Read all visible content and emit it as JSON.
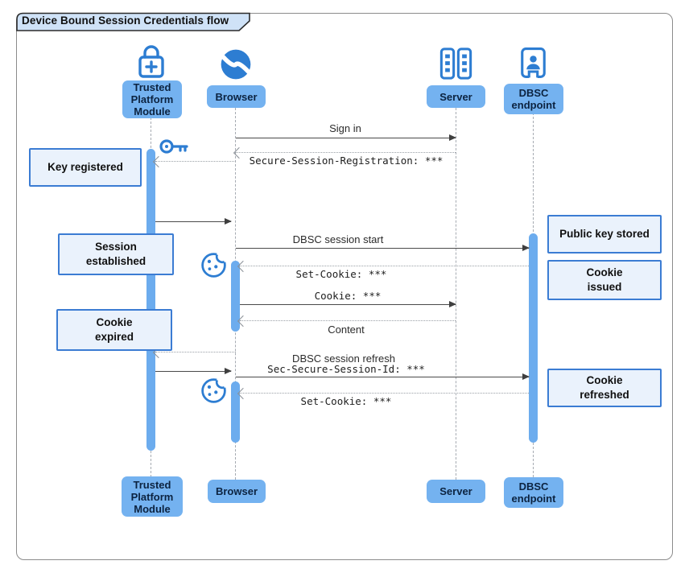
{
  "title": "Device Bound Session Credentials flow",
  "actors": [
    {
      "id": "tpm",
      "label": "Trusted\nPlatform\nModule",
      "icon": "lock-plus-icon"
    },
    {
      "id": "browser",
      "label": "Browser",
      "icon": "globe-icon"
    },
    {
      "id": "server",
      "label": "Server",
      "icon": "server-racks-icon"
    },
    {
      "id": "dbsc",
      "label": "DBSC\nendpoint",
      "icon": "person-badge-icon"
    }
  ],
  "messages": [
    {
      "from": "Browser",
      "to": "Server",
      "label": "Sign in",
      "style": "solid",
      "font": "sans"
    },
    {
      "from": "Server",
      "to": "Browser",
      "label": "Secure-Session-Registration: ***",
      "style": "dotted",
      "font": "mono"
    },
    {
      "from": "Browser",
      "to": "Trusted Platform Module",
      "label": "",
      "style": "dotted",
      "font": ""
    },
    {
      "from": "Trusted Platform Module",
      "to": "Browser",
      "label": "",
      "style": "solid",
      "font": ""
    },
    {
      "from": "Browser",
      "to": "DBSC endpoint",
      "label": "DBSC session start",
      "style": "solid",
      "font": "sans"
    },
    {
      "from": "DBSC endpoint",
      "to": "Browser",
      "label": "Set-Cookie: ***",
      "style": "dotted",
      "font": "mono"
    },
    {
      "from": "Browser",
      "to": "Server",
      "label": "Cookie: ***",
      "style": "solid",
      "font": "mono"
    },
    {
      "from": "Server",
      "to": "Browser",
      "label": "Content",
      "style": "dotted",
      "font": "sans"
    },
    {
      "from": "Browser",
      "to": "Trusted Platform Module",
      "label": "",
      "style": "dotted",
      "font": ""
    },
    {
      "from": "Trusted Platform Module",
      "to": "Browser",
      "label": "",
      "style": "solid",
      "font": ""
    },
    {
      "from": "Browser",
      "to": "DBSC endpoint",
      "label": "DBSC session refresh",
      "label2": "Sec-Secure-Session-Id: ***",
      "style": "solid",
      "font": "mono"
    },
    {
      "from": "DBSC endpoint",
      "to": "Browser",
      "label": "Set-Cookie: ***",
      "style": "dotted",
      "font": "mono"
    }
  ],
  "notes": [
    {
      "side": "left",
      "label": "Key registered"
    },
    {
      "side": "left",
      "label": "Session\nestablished"
    },
    {
      "side": "left",
      "label": "Cookie\nexpired"
    },
    {
      "side": "right",
      "label": "Public key stored"
    },
    {
      "side": "right",
      "label": "Cookie\nissued"
    },
    {
      "side": "right",
      "label": "Cookie\nrefreshed"
    }
  ],
  "icons": [
    "lock-plus-icon",
    "globe-icon",
    "server-racks-icon",
    "person-badge-icon",
    "key-icon",
    "cookie-icon"
  ],
  "colors": {
    "accent_blue": "#2d7dd2",
    "actor_box_fill": "#74b2f0",
    "activation_fill": "#6cacee",
    "note_fill": "#eaf2fc",
    "note_border": "#3b7cd3",
    "title_tab_fill": "#cfe2f7",
    "solid_line": "#4a4a4a",
    "dotted_line": "#9aa0a6"
  }
}
